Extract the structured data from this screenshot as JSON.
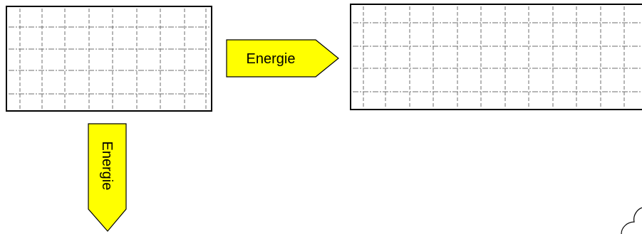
{
  "colors": {
    "arrow_fill": "#ffff00",
    "arrow_stroke": "#000000",
    "box_stroke": "#000000",
    "grid_line": "#6e6e6e"
  },
  "arrows": {
    "right_label": "Energie",
    "down_label": "Energie"
  },
  "shapes": {
    "left_box": "grid-rectangle",
    "right_box": "grid-rectangle",
    "cloud": "cloud-icon"
  }
}
